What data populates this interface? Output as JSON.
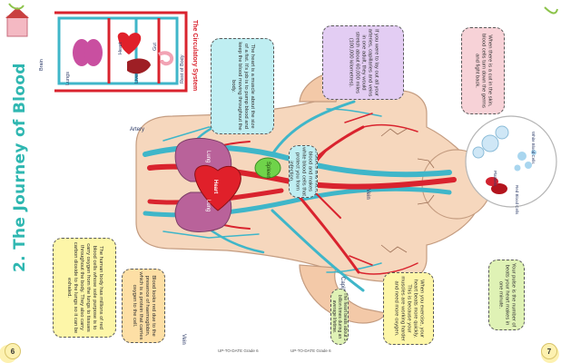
{
  "title": "2. The Journey of Blood",
  "circulatory_diagram": {
    "title": "The Circulatory System",
    "labels": {
      "brain": "Brain",
      "lungs": "Lungs",
      "heart": "Heart",
      "liver": "Liver",
      "gut": "Gut",
      "rest_of_body": "Rest of Body"
    }
  },
  "body_labels": {
    "artery": "Artery",
    "lung_top": "Lung",
    "lung_bottom": "Lung",
    "heart": "Heart",
    "spleen": "Spleen",
    "vein_right": "Vein",
    "vein_left": "Vein",
    "capillary": "Capillary"
  },
  "notes": {
    "heart_size": "The heart is a muscle about the size of a fist. It's job is to pump blood and keep the blood moving throughout the body.",
    "spleen": "It stores and filters blood and makes white blood cells that protect you from infection.",
    "vessel_length": "If you were to lay out all your arteries, capillaries and veins in one adult, they would stretch about 60,000 miles (100,000 kilometres).",
    "clot": "When there is a cut in the skin, blood cells turn down the germs and fight back.",
    "red_blood_cells": "The human body has millions of red blood cells whose sole purpose is to carry oxygen from the lungs to tissues throughout the body. They also carry carbon dioxide to the lungs so it can be exhaled.",
    "haemoglobin": "Blood looks red due to the presence of haemoglobin, which is a protein that carries oxygen to the cell.",
    "beats": "The heart beats about 3 billion times during an average lifetime.",
    "exercise": "When you exercise, your heart beats more quickly. This is because your muscles are working harder and need more oxygen.",
    "pulse": "Your pulse is the number of beats your heart makes in one minute."
  },
  "blood_cells": {
    "platelets": "Platelets",
    "white_blood_cells": "White Blood Cells",
    "red_blood_cells": "Red Blood Cells"
  },
  "footer": {
    "left_text": "UP-TO-DATE Grade 6",
    "right_text": "UP-TO-DATE Grade 6",
    "left_page": "6",
    "right_page": "7"
  },
  "colors": {
    "accent": "#2fb7b1",
    "artery": "#d9232e",
    "vein": "#3fb6c9",
    "skin": "#f6d7bd",
    "note_purple": "#e3cdf3",
    "note_yellow": "#fdf6a8",
    "note_green": "#dff2b5",
    "note_pink": "#f7d2d7",
    "note_teal": "#bfeef2"
  }
}
